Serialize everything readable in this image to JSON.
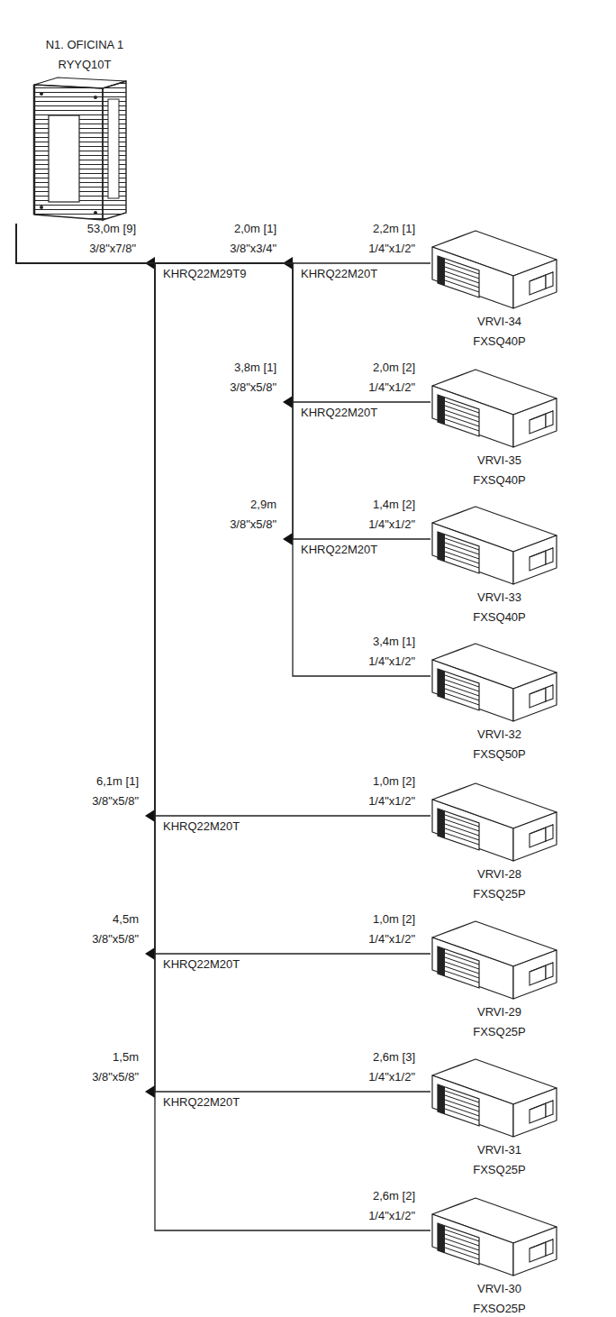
{
  "diagram": {
    "nodes": [
      {
        "text": [
          "N1. OFICINA 1",
          "RYYQ10T"
        ]
      },
      {
        "text": [
          "VRVI-34",
          "FXSQ40P"
        ]
      },
      {
        "text": [
          "VRVI-35",
          "FXSQ40P"
        ]
      },
      {
        "text": [
          "VRVI-33",
          "FXSQ40P"
        ]
      },
      {
        "text": [
          "VRVI-32",
          "FXSQ50P"
        ]
      },
      {
        "text": [
          "VRVI-28",
          "FXSQ25P"
        ]
      },
      {
        "text": [
          "VRVI-29",
          "FXSQ25P"
        ]
      },
      {
        "text": [
          "VRVI-31",
          "FXSQ25P"
        ]
      },
      {
        "text": [
          "VRVI-30",
          "FXSO25P"
        ]
      }
    ],
    "edges": [
      {
        "from": 0,
        "to": 1,
        "arrow": "none"
      },
      {
        "from": 0,
        "to": 2,
        "arrow": "none"
      },
      {
        "from": 0,
        "to": 3,
        "arrow": "none"
      },
      {
        "from": 0,
        "to": 4,
        "arrow": "none"
      },
      {
        "from": 0,
        "to": 5,
        "arrow": "none"
      },
      {
        "from": 0,
        "to": 6,
        "arrow": "none"
      },
      {
        "from": 0,
        "to": 7,
        "arrow": "none"
      },
      {
        "from": 0,
        "to": 8,
        "arrow": "none"
      }
    ],
    "labels": [
      "53,0m [9]",
      "3/8\"x7/8\"",
      "2,0m [1]",
      "3/8\"x3/4\"",
      "2,2m [1]",
      "1/4\"x1/2\"",
      "KHRQ22M29T9",
      "KHRQ22M20T",
      "3,8m [1]",
      "3/8\"x5/8\"",
      "2,0m [2]",
      "1/4\"x1/2\"",
      "KHRQ22M20T",
      "2,9m",
      "3/8\"x5/8\"",
      "1,4m [2]",
      "1/4\"x1/2\"",
      "KHRQ22M20T",
      "3,4m [1]",
      "1/4\"x1/2\"",
      "6,1m [1]",
      "3/8\"x5/8\"",
      "1,0m [2]",
      "1/4\"x1/2\"",
      "KHRQ22M20T",
      "4,5m",
      "3/8\"x5/8\"",
      "1,0m [2]",
      "1/4\"x1/2\"",
      "KHRQ22M20T",
      "1,5m",
      "3/8\"x5/8\"",
      "2,6m [3]",
      "1/4\"x1/2\"",
      "KHRQ22M20T",
      "2,6m [2]",
      "1/4\"x1/2\""
    ]
  }
}
